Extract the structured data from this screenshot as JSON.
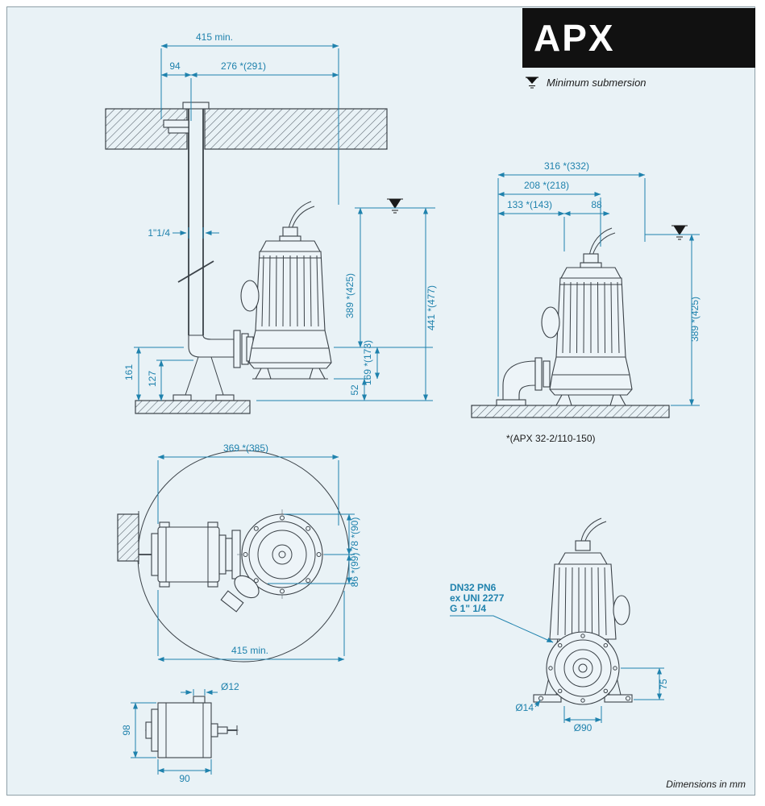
{
  "page": {
    "title": "APX",
    "legend": "Minimum submersion",
    "footer_note": "Dimensions in mm",
    "variant_note": "*(APX 32-2/110-150)"
  },
  "installation_view": {
    "dim_total_width": "415 min.",
    "dim_pipe_offset": "94",
    "dim_pump_offset": "276 *(291)",
    "pipe_size": "1\"1/4",
    "dim_level_to_discharge": "389 *(425)",
    "dim_level_to_floor": "441 *(477)",
    "dim_discharge_to_base": "169 *(173)",
    "dim_base_to_floor": "52",
    "dim_elbow_height": "161",
    "dim_flange_height": "127"
  },
  "free_standing_view": {
    "dim_total_width": "316 *(332)",
    "dim_body_width": "208 *(218)",
    "dim_elbow_width": "133 *(143)",
    "dim_cable_offset": "88",
    "dim_level_to_floor": "389 *(425)"
  },
  "plan_view": {
    "dim_length": "369 *(385)",
    "dim_upper_half": "78 *(90)",
    "dim_lower_half": "86 *(99)",
    "dim_min_clearance": "415 min."
  },
  "front_view": {
    "connection_spec": [
      "DN32 PN6",
      "ex UNI 2277",
      "G 1\" 1/4"
    ],
    "dim_foot_hole": "Ø14",
    "dim_suction": "Ø90",
    "dim_suction_height": "75"
  },
  "motor_view": {
    "dim_stud": "Ø12",
    "dim_height": "98",
    "dim_width": "90"
  },
  "colors": {
    "background": "#e9f2f6",
    "dimension_accent": "#1f82ad",
    "drawing_line": "#3b4248",
    "title_bg": "#111111",
    "title_fg": "#ffffff"
  }
}
